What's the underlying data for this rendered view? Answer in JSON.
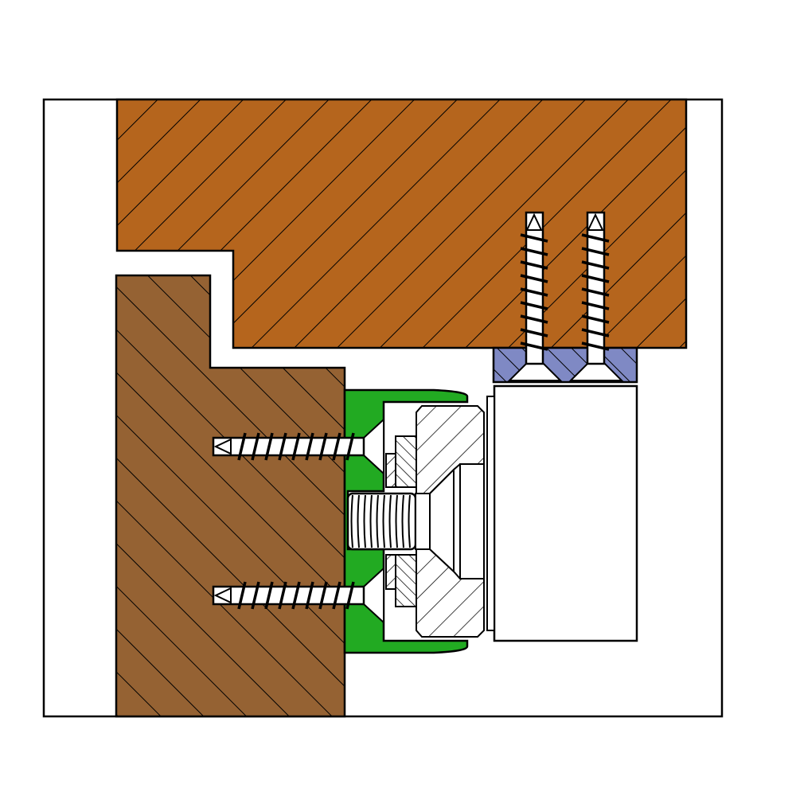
{
  "diagram": {
    "kind": "mechanical cross-section",
    "colors": {
      "upper_wood": "#b5651d",
      "lower_wood": "#956233",
      "bracket": "#22aa22",
      "plate": "#7f89c4",
      "stroke": "#000000",
      "background": "#ffffff"
    },
    "icons": [
      "wood-screw",
      "threaded-bolt",
      "hex-nut",
      "washer"
    ]
  }
}
